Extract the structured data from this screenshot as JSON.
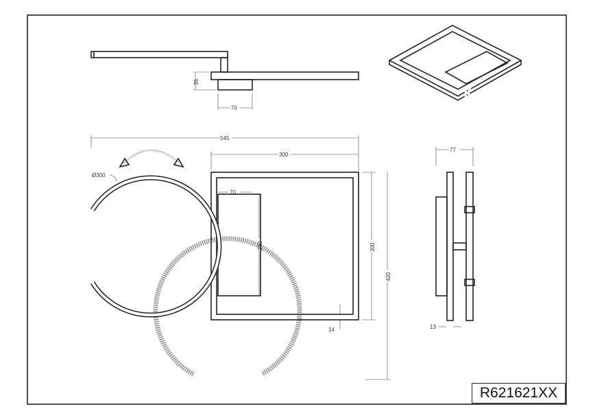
{
  "drawing": {
    "product_code": "R621621XX",
    "dimensions": {
      "side_height": "35",
      "side_box_width": "70",
      "total_width": "545",
      "square_width": "300",
      "ring_diameter": "Ø300",
      "box_width": "70",
      "box_height": "200",
      "square_height": "300",
      "total_height": "420",
      "frame_thickness": "14",
      "depth": "77",
      "plate_thickness": "13"
    }
  }
}
